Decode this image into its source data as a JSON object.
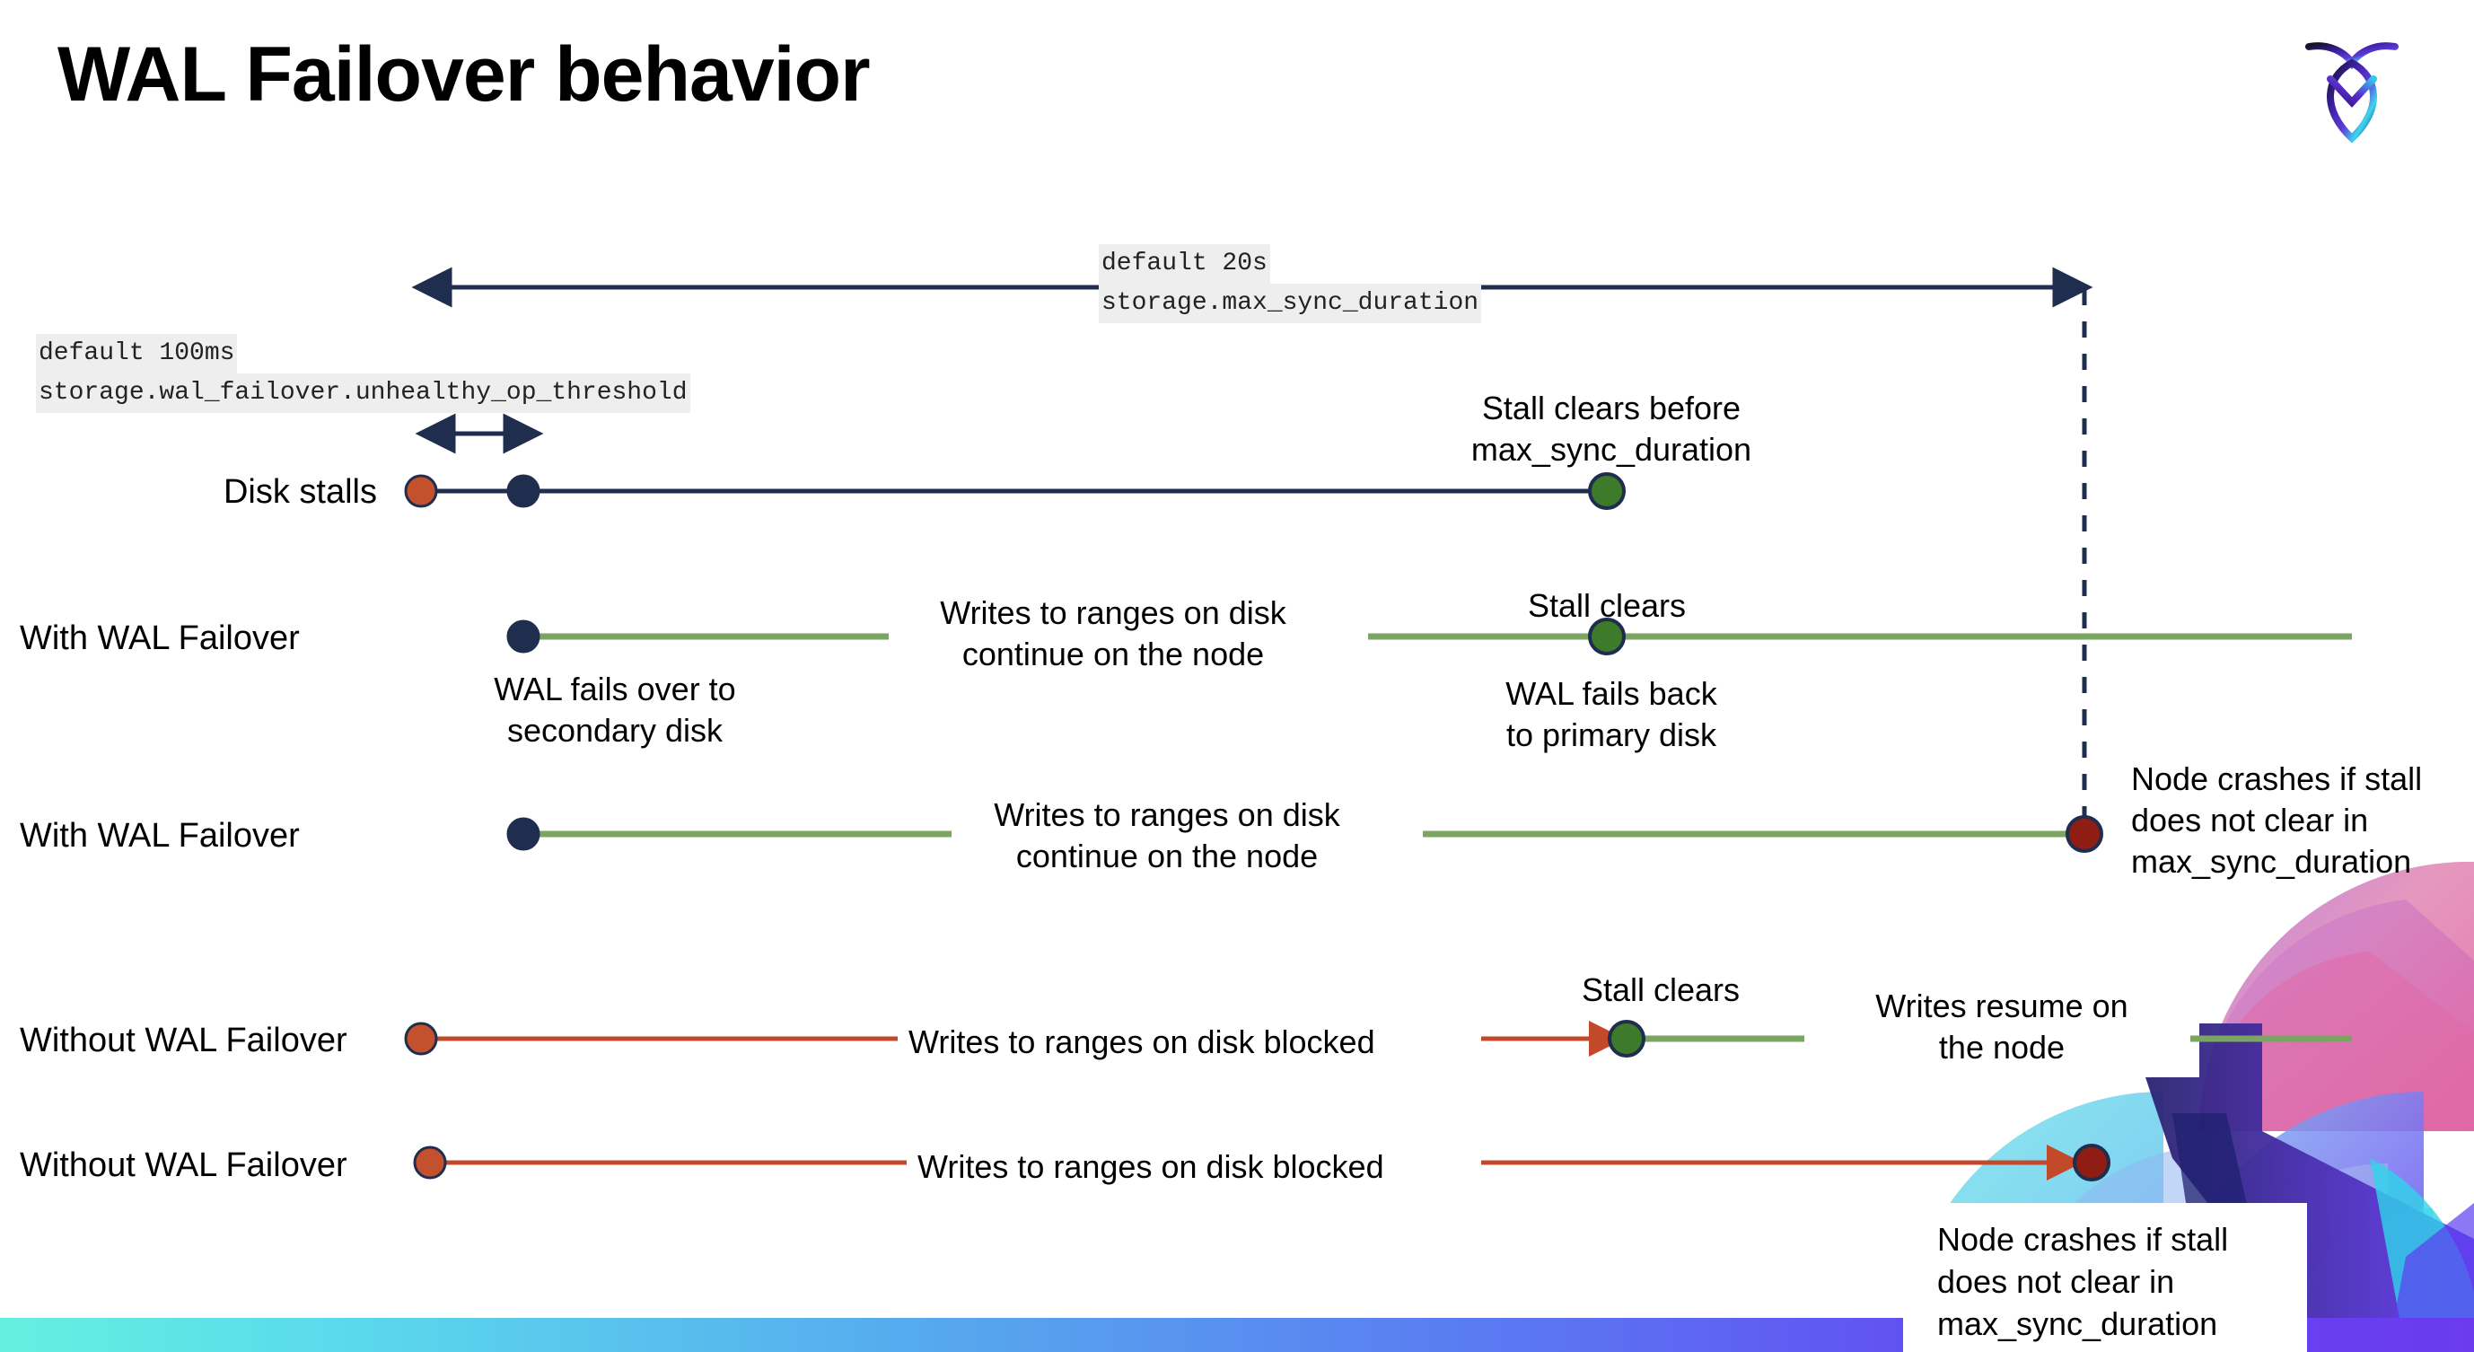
{
  "title": "WAL Failover behavior",
  "brand": {
    "logo_name": "cockroach-labs-logo"
  },
  "colors": {
    "navy": "#1f2d4e",
    "green_line": "#7aa661",
    "green_dot": "#3d7a29",
    "red_line": "#c2492a",
    "red_dot": "#8f1d14",
    "orange_dot": "#c4512e",
    "code_bg": "#eeeeee",
    "bar_start": "#64f0e0",
    "bar_end": "#6b3bf0"
  },
  "annotations": {
    "max_sync_duration": {
      "default": "default 20s",
      "setting": "storage.max_sync_duration"
    },
    "unhealthy_op_threshold": {
      "default": "default 100ms",
      "setting": "storage.wal_failover.unhealthy_op_threshold"
    }
  },
  "rows": [
    {
      "id": "disk-stalls",
      "label": "Disk stalls",
      "note_right": "Stall clears before\nmax_sync_duration"
    },
    {
      "id": "with-wal-failover-1",
      "label": "With WAL Failover",
      "note_start": "WAL fails over to\nsecondary disk",
      "note_middle": "Writes to ranges on disk\ncontinue on the node",
      "note_clear": "Stall clears",
      "note_end": "WAL fails  back\nto primary disk"
    },
    {
      "id": "with-wal-failover-2",
      "label": "With WAL Failover",
      "note_middle": "Writes to ranges on disk\ncontinue on the node",
      "note_crash": "Node crashes if stall\ndoes not clear in\nmax_sync_duration"
    },
    {
      "id": "without-wal-failover-1",
      "label": "Without WAL Failover",
      "note_middle": "Writes to ranges on disk  blocked",
      "note_clear": "Stall clears",
      "note_resume": "Writes resume on\nthe node"
    },
    {
      "id": "without-wal-failover-2",
      "label": "Without WAL Failover",
      "note_middle": "Writes to ranges on disk  blocked",
      "note_crash": "Node crashes if stall\ndoes not clear in\nmax_sync_duration"
    }
  ]
}
